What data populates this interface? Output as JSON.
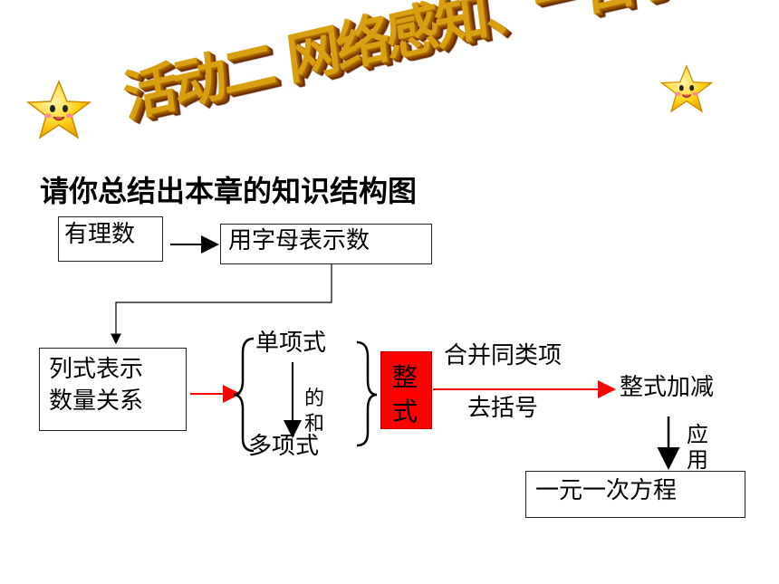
{
  "title_banner": "活动二 网络感知、一目了然",
  "subtitle": "请你总结出本章的知识结构图",
  "nodes": {
    "rational": "有理数",
    "letters": "用字母表示数",
    "expr": [
      "列式表示",
      "数量关系"
    ],
    "monomial": "单项式",
    "polynomial": "多项式",
    "de_he": [
      "的",
      "和"
    ],
    "integral": [
      "整",
      "式"
    ],
    "combine": "合并同类项",
    "brackets": "去括号",
    "addsub": "整式加减",
    "apply": [
      "应",
      "用"
    ],
    "equation": "一元一次方程"
  },
  "colors": {
    "accent": "#ff0000",
    "star": "#ffd21a",
    "title": "#d8a010"
  },
  "icons": [
    "star-icon"
  ]
}
